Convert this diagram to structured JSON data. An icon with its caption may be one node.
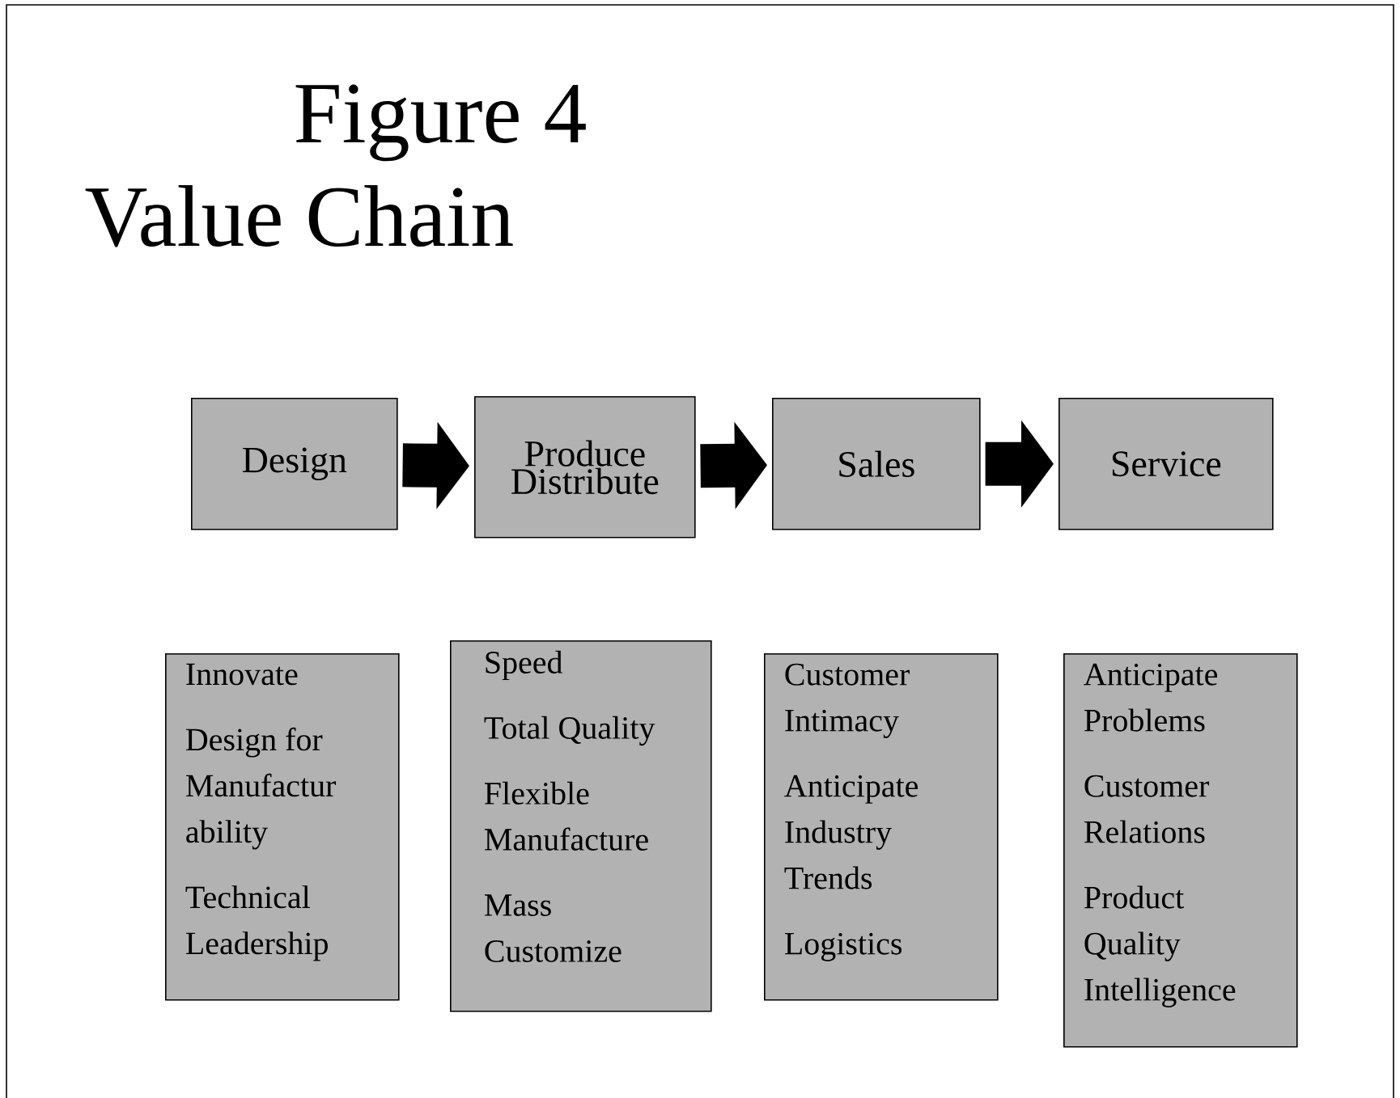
{
  "diagram": {
    "title": "Figure 4",
    "nodes": [
      {
        "text": [
          "Design"
        ]
      },
      {
        "text": [
          "Produce Distribute"
        ]
      },
      {
        "text": [
          "Sales"
        ]
      },
      {
        "text": [
          "Service"
        ]
      },
      {
        "text": [
          "Innovate",
          "Design for Manufactur ability",
          "Technical Leadership"
        ]
      },
      {
        "text": [
          "Speed",
          "Total Quality",
          "Flexible Manufacture",
          "Mass Customize"
        ]
      },
      {
        "text": [
          "Customer Intimacy",
          "Anticipate Industry Trends",
          "Logistics"
        ]
      },
      {
        "text": [
          "Anticipate Problems",
          "Customer Relations",
          "Product Quality Intelligence"
        ]
      }
    ],
    "edges": [
      {
        "from": 0,
        "to": 1,
        "arrow": "to"
      },
      {
        "from": 1,
        "to": 2,
        "arrow": "to"
      },
      {
        "from": 2,
        "to": 3,
        "arrow": "to"
      }
    ],
    "labels": [
      "Value Chain"
    ]
  }
}
